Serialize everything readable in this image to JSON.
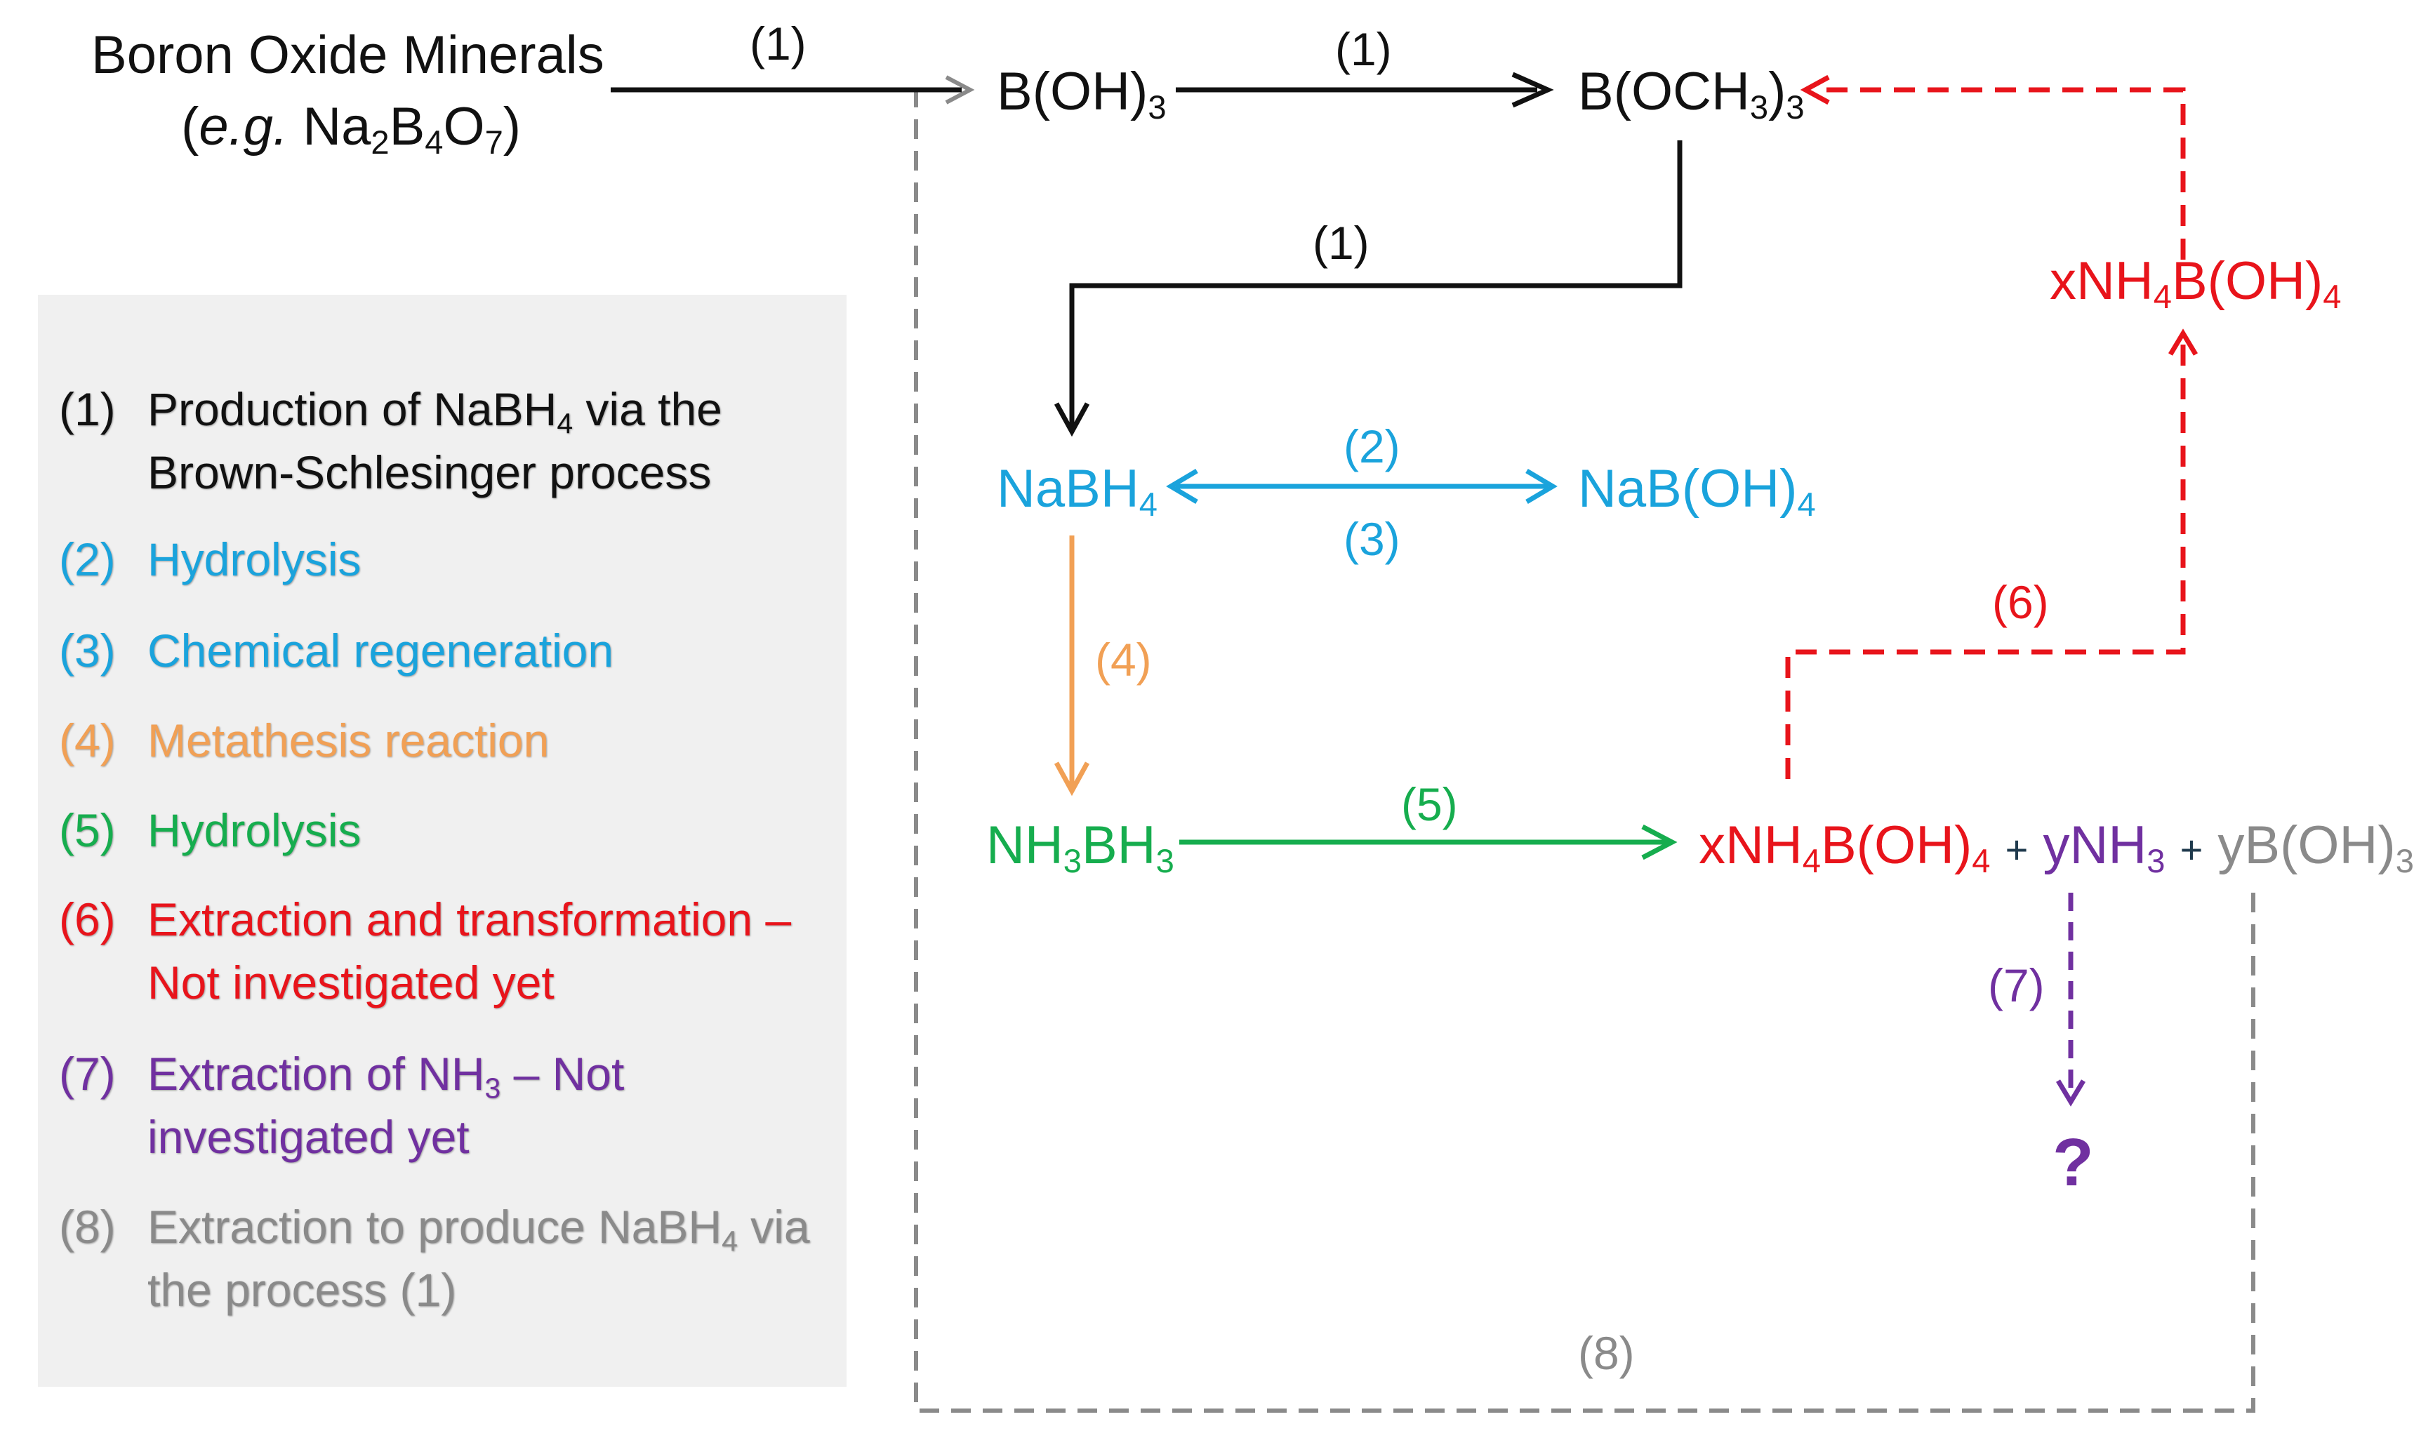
{
  "colors": {
    "black": "#111111",
    "blue": "#1aa3dc",
    "orange": "#f1a055",
    "green": "#16ad4e",
    "red": "#e8141b",
    "purple": "#7030a0",
    "gray": "#8a8a8a",
    "legend_background": "#f0f0f0"
  },
  "nodes": {
    "minerals": {
      "line1": "Boron Oxide Minerals",
      "eg": "e.g.",
      "formula": "Na2B4O7"
    },
    "boric_acid": "B(OH)3",
    "trimethyl_borate": "B(OCH3)3",
    "ammonium_borate_top": "xNH4B(OH)4",
    "sodium_borohydride": "NaBH4",
    "sodium_metaborate": "NaB(OH)4",
    "ammonia_borane": "NH3BH3",
    "products": {
      "p1": "xNH4B(OH)4",
      "plus1": "+",
      "p2": "yNH3",
      "plus2": "+",
      "p3": "yB(OH)3"
    },
    "unknown": "?"
  },
  "arrow_labels": {
    "minerals_to_boric": "(1)",
    "boric_to_borate": "(1)",
    "borate_to_nabh4": "(1)",
    "hydrolysis": "(2)",
    "regeneration": "(3)",
    "metathesis": "(4)",
    "ab_hydrolysis": "(5)",
    "extraction_transformation": "(6)",
    "nh3_extraction": "(7)",
    "recycle": "(8)"
  },
  "legend": [
    {
      "num": "(1)",
      "text": "Production of NaBH4 via the Brown-Schlesinger process",
      "color": "black"
    },
    {
      "num": "(2)",
      "text": "Hydrolysis",
      "color": "blue"
    },
    {
      "num": "(3)",
      "text": "Chemical regeneration",
      "color": "blue"
    },
    {
      "num": "(4)",
      "text": "Metathesis reaction",
      "color": "orange"
    },
    {
      "num": "(5)",
      "text": "Hydrolysis",
      "color": "green"
    },
    {
      "num": "(6)",
      "text": "Extraction and transformation – Not investigated yet",
      "color": "red"
    },
    {
      "num": "(7)",
      "text": "Extraction of NH3 – Not investigated yet",
      "color": "purple"
    },
    {
      "num": "(8)",
      "text": "Extraction to produce NaBH4 via the process (1)",
      "color": "gray"
    }
  ]
}
